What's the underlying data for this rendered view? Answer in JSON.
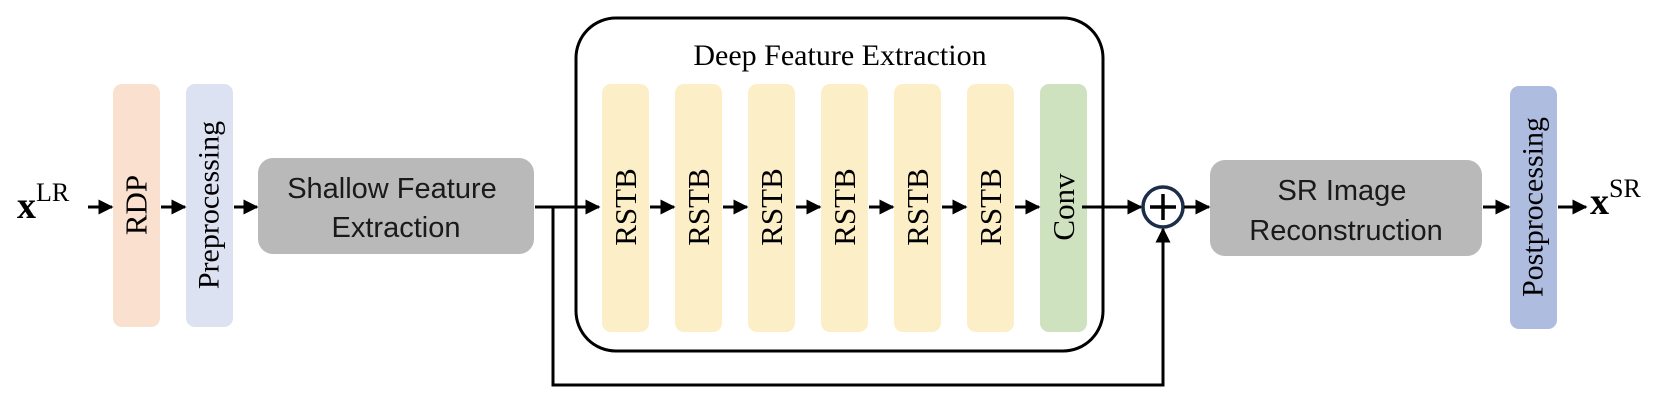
{
  "input": {
    "symbol": "x",
    "superscript": "LR"
  },
  "output": {
    "symbol": "x",
    "superscript": "SR"
  },
  "blocks": {
    "rdp": "RDP",
    "preprocessing": "Preprocessing",
    "shallow_line1": "Shallow Feature",
    "shallow_line2": "Extraction",
    "deep_title": "Deep Feature Extraction",
    "rstb": [
      "RSTB",
      "RSTB",
      "RSTB",
      "RSTB",
      "RSTB",
      "RSTB"
    ],
    "conv": "Conv",
    "sum_symbol": "+",
    "recon_line1": "SR Image",
    "recon_line2": "Reconstruction",
    "postprocessing": "Postprocessing"
  },
  "colors": {
    "rdp": "#f9e0cf",
    "preprocessing": "#dde2f2",
    "shallow": "#b9b9b9",
    "rstb": "#fcefc7",
    "conv": "#cfe2c0",
    "recon": "#b9b9b9",
    "postprocessing": "#aebce0",
    "stroke": "#000000",
    "sum_circle": "#1c2d4a"
  }
}
